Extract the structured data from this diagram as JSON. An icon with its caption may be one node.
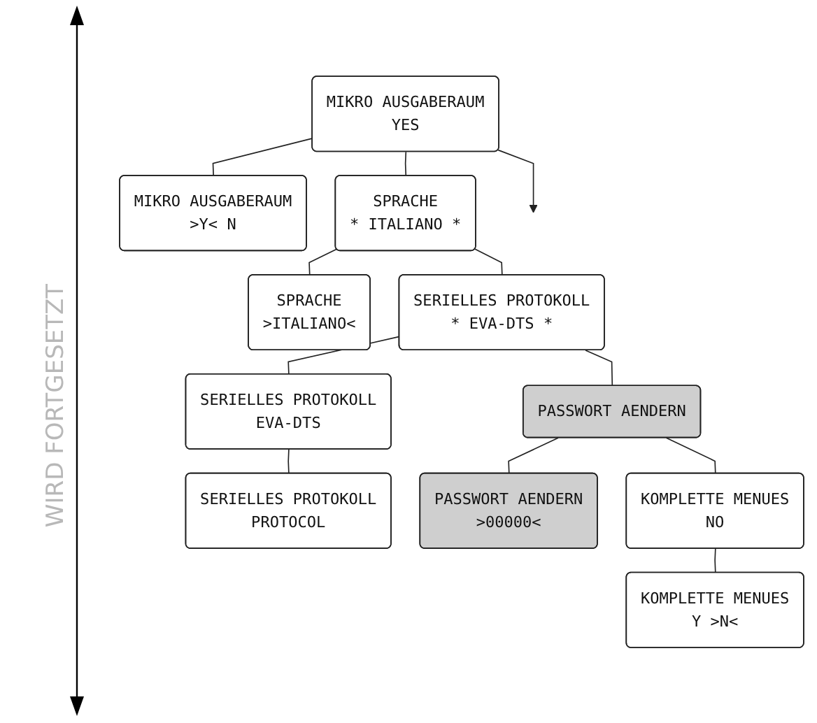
{
  "diagram": {
    "nodes": [
      {
        "text": [
          "MIKRO AUSGABERAUM",
          "YES"
        ]
      },
      {
        "text": [
          "MIKRO AUSGABERAUM",
          ">Y<   N"
        ]
      },
      {
        "text": [
          "SPRACHE",
          "* ITALIANO *"
        ]
      },
      {
        "text": [
          "SPRACHE",
          ">ITALIANO<"
        ]
      },
      {
        "text": [
          "SERIELLES PROTOKOLL",
          "* EVA-DTS *"
        ]
      },
      {
        "text": [
          "SERIELLES PROTOKOLL",
          "EVA-DTS"
        ]
      },
      {
        "text": [
          "SERIELLES PROTOKOLL",
          "PROTOCOL"
        ]
      },
      {
        "text": [
          "PASSWORT AENDERN"
        ]
      },
      {
        "text": [
          "PASSWORT AENDERN",
          ">00000<"
        ]
      },
      {
        "text": [
          "KOMPLETTE MENUES",
          "NO"
        ]
      },
      {
        "text": [
          "KOMPLETTE MENUES",
          "Y    >N<"
        ]
      }
    ],
    "edges": [
      {
        "from": 0,
        "to": null,
        "arrow": "to"
      },
      {
        "from": 0,
        "to": 1,
        "arrow": "none"
      },
      {
        "from": 0,
        "to": 2,
        "arrow": "none"
      },
      {
        "from": 2,
        "to": 3,
        "arrow": "none"
      },
      {
        "from": 2,
        "to": 4,
        "arrow": "none"
      },
      {
        "from": 4,
        "to": 5,
        "arrow": "none"
      },
      {
        "from": 5,
        "to": 6,
        "arrow": "none"
      },
      {
        "from": 4,
        "to": 7,
        "arrow": "none"
      },
      {
        "from": 7,
        "to": 8,
        "arrow": "none"
      },
      {
        "from": 7,
        "to": 9,
        "arrow": "none"
      },
      {
        "from": 9,
        "to": 10,
        "arrow": "none"
      }
    ],
    "labels": [
      "WIRD FORTGESETZT"
    ]
  }
}
